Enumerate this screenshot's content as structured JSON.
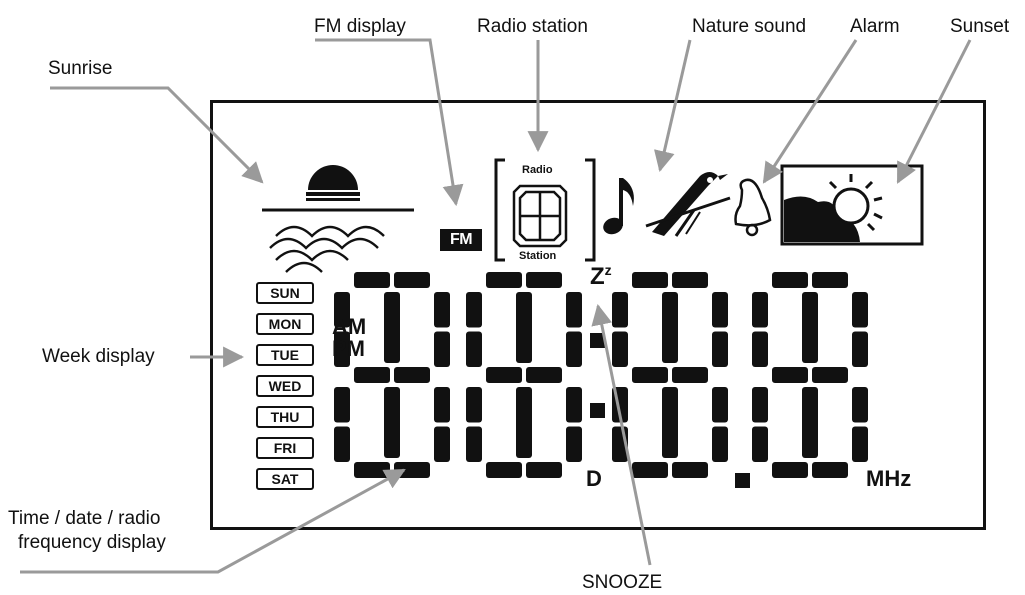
{
  "callouts": {
    "sunrise": "Sunrise",
    "fm_display": "FM display",
    "radio_station": "Radio station",
    "nature_sound": "Nature sound",
    "alarm": "Alarm",
    "sunset": "Sunset",
    "week_display": "Week display",
    "time_display_line1": "Time / date / radio",
    "time_display_line2": "frequency  display",
    "snooze": "SNOOZE"
  },
  "lcd": {
    "fm": "FM",
    "radio_top": "Radio",
    "radio_bottom": "Station",
    "snooze_mark": "Z",
    "snooze_sup": "z",
    "am": "AM",
    "pm": "PM",
    "d": "D",
    "unit": "MHz",
    "days": [
      "SUN",
      "MON",
      "TUE",
      "WED",
      "THU",
      "FRI",
      "SAT"
    ]
  },
  "colors": {
    "ink": "#111111",
    "arrow": "#9a9a9a",
    "background": "#ffffff"
  }
}
